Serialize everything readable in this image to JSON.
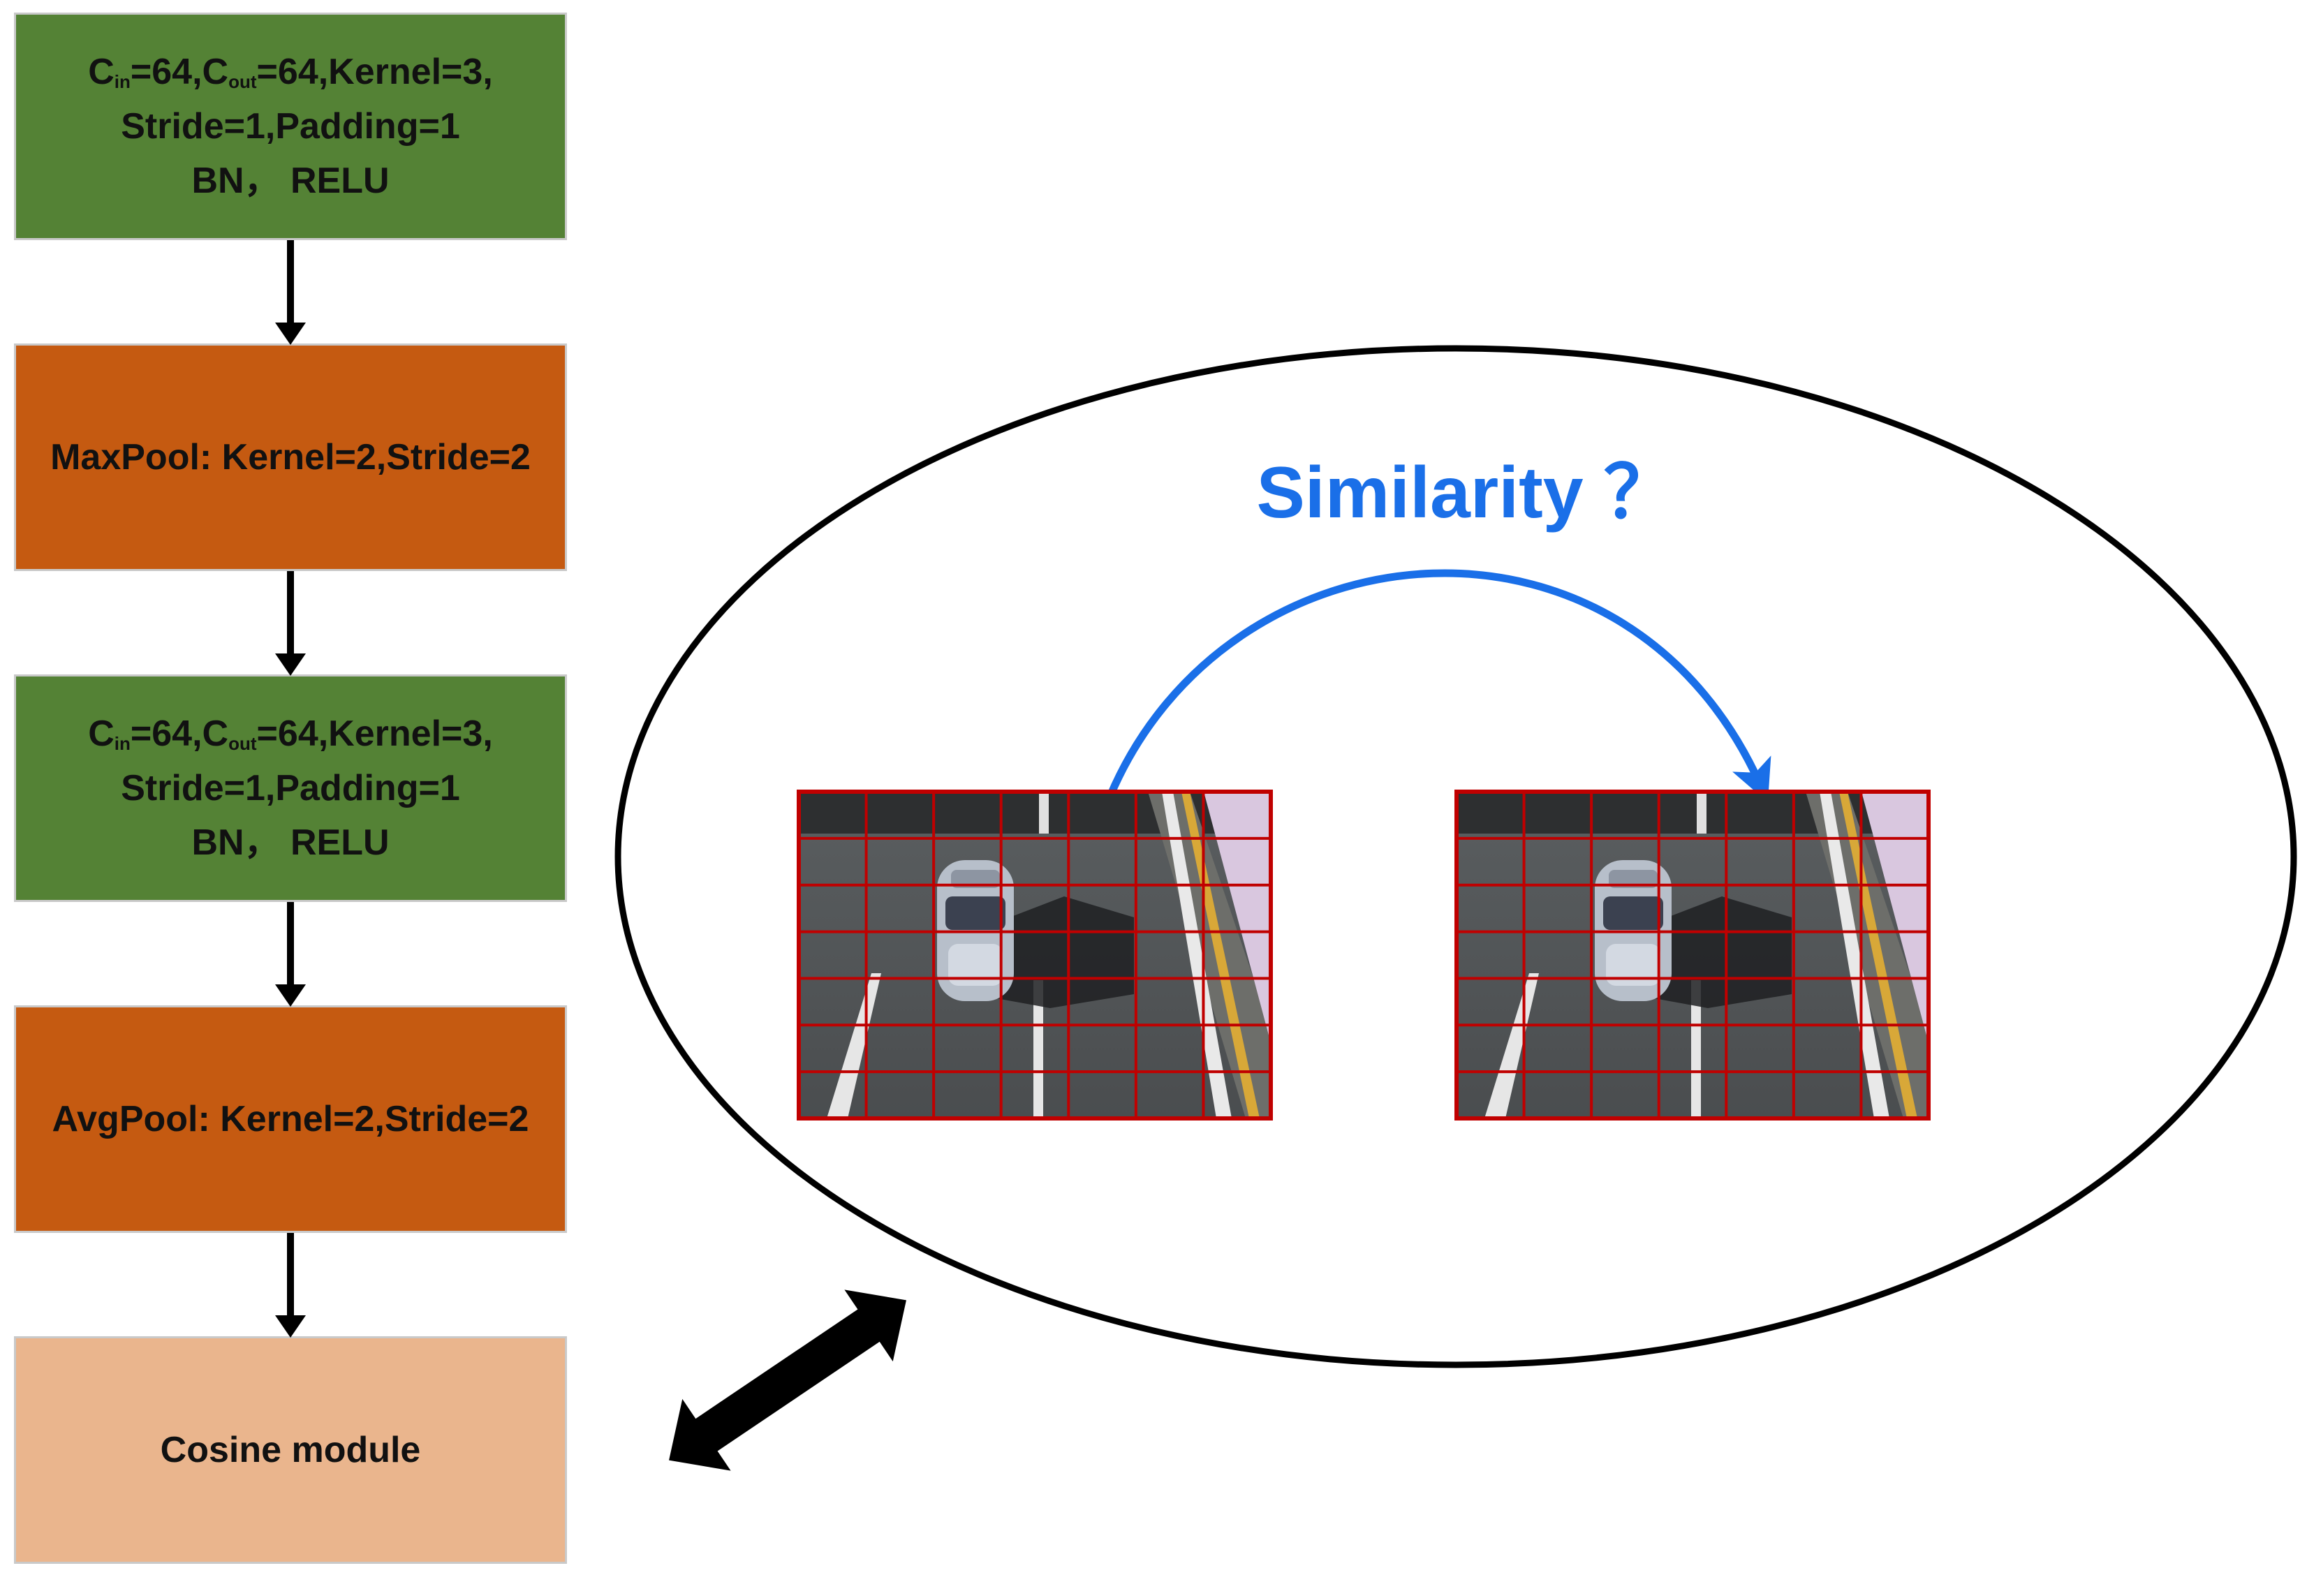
{
  "blocks": [
    {
      "id": "conv1",
      "prefix_c": "C",
      "sub_in": "in",
      "mid1": "=64,C",
      "sub_out": "out",
      "mid2": "=64,Kernel=3,",
      "line2": "Stride=1,Padding=1",
      "line3": "BN， RELU"
    },
    {
      "id": "maxpool",
      "text": "MaxPool:  Kernel=2,Stride=2"
    },
    {
      "id": "conv2",
      "prefix_c": "C",
      "sub_in": "in",
      "mid1": "=64,C",
      "sub_out": "out",
      "mid2": "=64,Kernel=3,",
      "line2": "Stride=1,Padding=1",
      "line3": "BN， RELU"
    },
    {
      "id": "avgpool",
      "text": "AvgPool:  Kernel=2,Stride=2"
    },
    {
      "id": "cosine",
      "text": "Cosine module"
    }
  ],
  "similarity": {
    "label": "Similarity ？"
  },
  "colors": {
    "conv": "#548235",
    "pool": "#c55a11",
    "cosine": "#eab58d",
    "similarity_text": "#1a6fe8",
    "grid": "#c00000"
  },
  "images": [
    {
      "name": "road-image-left",
      "grid_cols": 7,
      "grid_rows": 7
    },
    {
      "name": "road-image-right",
      "grid_cols": 7,
      "grid_rows": 7
    }
  ]
}
